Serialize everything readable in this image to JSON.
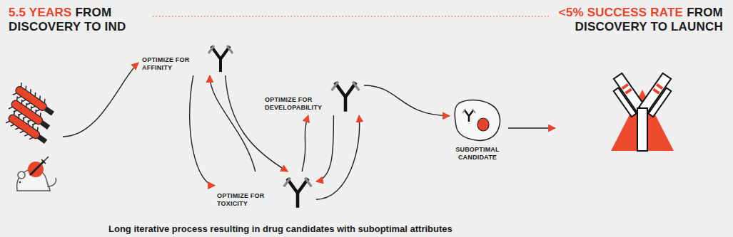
{
  "diagram": {
    "caption": "Long iterative process resulting in drug candidates with suboptimal attributes",
    "nodes": [
      {
        "text": [
          "OPTIMIZE FOR AFFINITY"
        ]
      },
      {
        "text": [
          "OPTIMIZE FOR TOXICITY"
        ]
      },
      {
        "text": [
          "OPTIMIZE FOR DEVELOPABILITY"
        ]
      },
      {
        "text": [
          "SUBOPTIMAL CANDIDATE"
        ]
      }
    ],
    "edges": [
      {
        "from": 0,
        "to": 1,
        "arrow": "to"
      },
      {
        "from": 1,
        "to": 0,
        "arrow": "to"
      },
      {
        "from": 0,
        "to": 1,
        "arrow": "to"
      },
      {
        "from": 1,
        "to": 2,
        "arrow": "to"
      },
      {
        "from": 2,
        "to": 1,
        "arrow": "to"
      },
      {
        "from": 1,
        "to": 2,
        "arrow": "to"
      },
      {
        "from": 2,
        "to": 3,
        "arrow": "to"
      }
    ],
    "labels": [
      "5.5 YEARS",
      "FROM",
      "DISCOVERY TO IND",
      "<5% SUCCESS RATE",
      "FROM",
      "DISCOVERY TO LAUNCH"
    ]
  }
}
